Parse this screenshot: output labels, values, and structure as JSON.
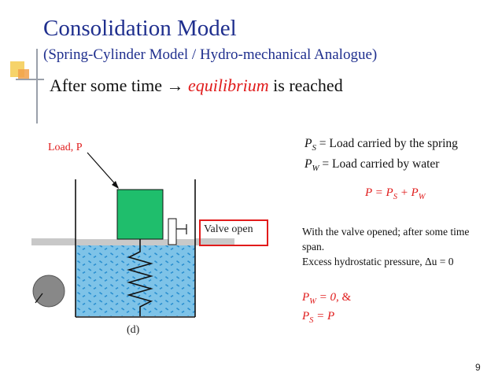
{
  "slide": {
    "title": "Consolidation Model",
    "subtitle": "(Spring-Cylinder Model / Hydro-mechanical Analogue)",
    "bullet": {
      "prefix": "After some time → ",
      "emphasis": "equilibrium",
      "suffix": " is reached"
    },
    "page_number": "9"
  },
  "figure": {
    "load_label": "Load, P",
    "valve_label": "Valve open",
    "caption": "(d)",
    "colors": {
      "water": "#7ec3e8",
      "piston": "#1fbe6c",
      "highlight_box": "#e21b1b"
    }
  },
  "definitions": {
    "ps": {
      "symbol": "P",
      "sub": "S",
      "text": " = Load carried by the spring"
    },
    "pw": {
      "symbol": "P",
      "sub": "W",
      "text": " = Load carried by water"
    }
  },
  "equation": {
    "lhs": "P = P",
    "sub1": "S",
    "mid": " + P",
    "sub2": "W"
  },
  "notes": {
    "valve_note": "With the valve opened; after some time span.",
    "excess_pressure": "Excess hydrostatic pressure, Δu = 0"
  },
  "result": {
    "pw_sym": "P",
    "pw_sub": "W",
    "pw_eq": " = 0",
    "amp": ", &",
    "ps_sym": "P",
    "ps_sub": "S",
    "ps_eq": " = P"
  },
  "accent_colors": {
    "title": "#1f2f8e",
    "emphasis": "#e01b1b"
  }
}
